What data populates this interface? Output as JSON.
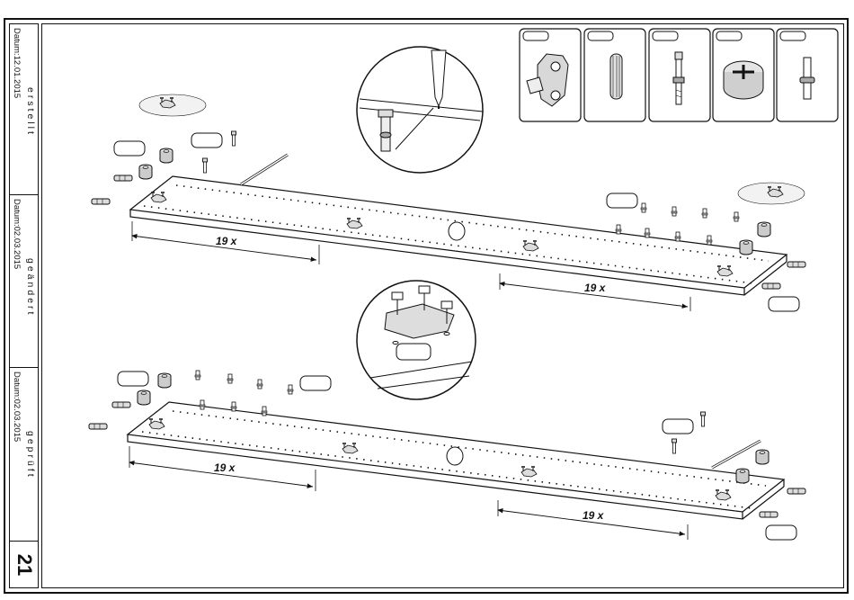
{
  "title_block": {
    "created_label": "Datum:12.01.2015",
    "created_word": "erstellt",
    "changed_label": "Datum:02.03.2015",
    "changed_word": "geändert",
    "checked_label": "Datum:02.03.2015",
    "checked_word": "geprüft",
    "page_number": "21"
  },
  "dimensions": {
    "upper_left": "19 x",
    "upper_right": "19 x",
    "lower_left": "19 x",
    "lower_right": "19 x"
  },
  "parts_legend": [
    {
      "icon": "hinge-plate-icon"
    },
    {
      "icon": "wooden-dowel-icon"
    },
    {
      "icon": "cam-bolt-icon"
    },
    {
      "icon": "cam-lock-icon"
    },
    {
      "icon": "shelf-pin-icon"
    }
  ]
}
